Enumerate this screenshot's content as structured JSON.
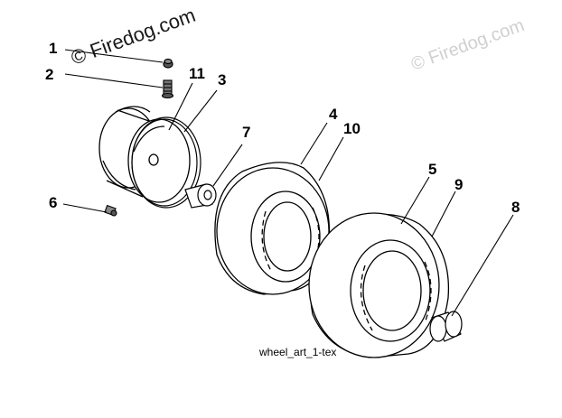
{
  "watermark": {
    "primary": "© Firedog.com",
    "secondary": "© Firedog.com"
  },
  "callouts": [
    "1",
    "2",
    "11",
    "3",
    "7",
    "4",
    "10",
    "6",
    "5",
    "9",
    "8"
  ],
  "caption": "wheel_art_1-tex"
}
